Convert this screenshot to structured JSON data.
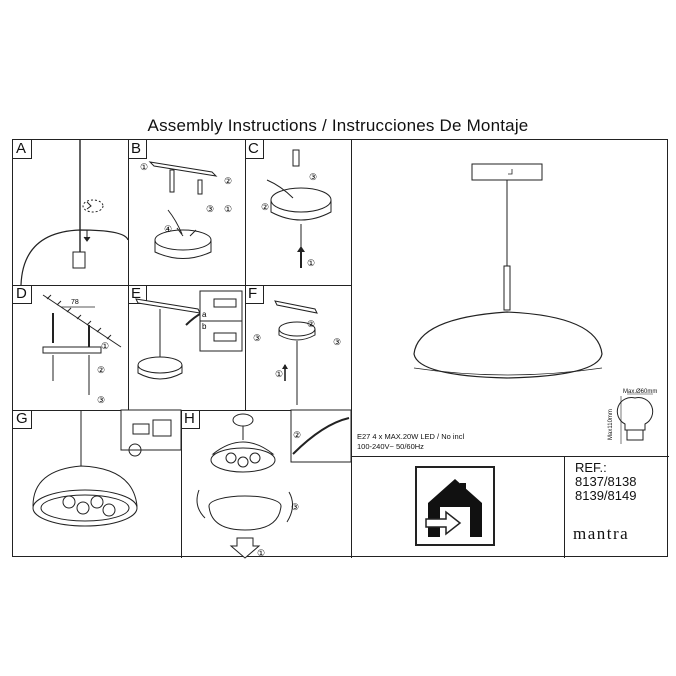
{
  "title": "Assembly Instructions / Instrucciones De Montaje",
  "panels": {
    "a": "A",
    "b": "B",
    "c": "C",
    "d": "D",
    "e": "E",
    "f": "F",
    "g": "G",
    "h": "H"
  },
  "steps": [
    "①",
    "②",
    "③",
    "④"
  ],
  "sub_labels": {
    "a": "a",
    "b": "b"
  },
  "dimension_78": "78",
  "spec": {
    "line1": "E27 4 x MAX.20W LED / No incl",
    "line2": "100-240V~ 50/60Hz"
  },
  "bulb": {
    "diameter": "Max.Ø60mm",
    "height": "Max110mm"
  },
  "ref": {
    "label": "REF.:",
    "line1": "8137/8138",
    "line2": "8139/8149"
  },
  "brand": "mantra",
  "indoor_icon": "indoor-use-house-icon"
}
